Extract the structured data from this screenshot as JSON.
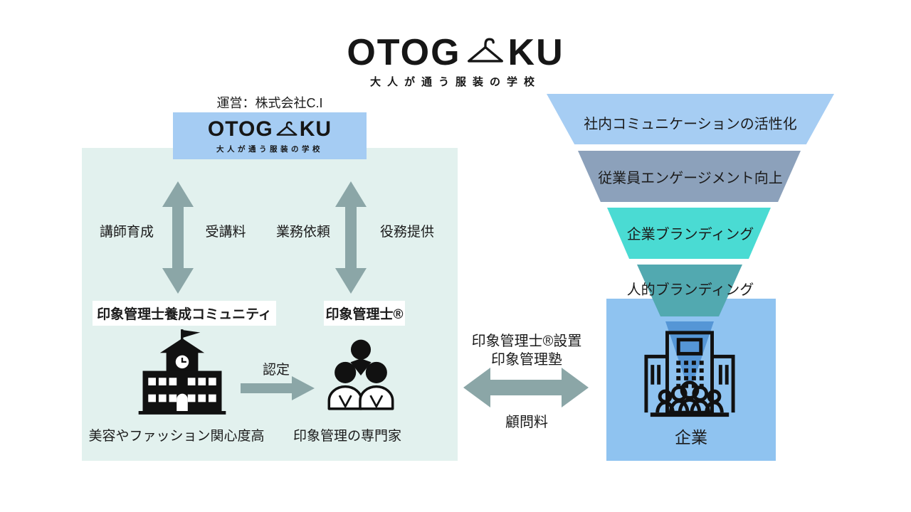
{
  "brand": {
    "logo_left": "OTOG",
    "logo_right": "KU",
    "tagline": "大人が通う服装の学校"
  },
  "school_panel": {
    "operator": "運営：株式会社C.I",
    "flows": [
      {
        "left": "講師育成",
        "right": "受講料"
      },
      {
        "left": "業務依頼",
        "right": "役務提供"
      }
    ],
    "community_box": "印象管理士養成コミュニティ",
    "specialist_box": "印象管理士®",
    "certification": "認定",
    "school_caption": "美容やファッション関心度高",
    "expert_caption": "印象管理の専門家"
  },
  "partnership": {
    "service_line1": "印象管理士®設置",
    "service_line2": "印象管理塾",
    "fee": "顧問料"
  },
  "funnel": {
    "layers": [
      {
        "label": "社内コミュニケーションの活性化",
        "color": "#a6cdf3"
      },
      {
        "label": "従業員エンゲージメント向上",
        "color": "#8ca1bb"
      },
      {
        "label": "企業ブランディング",
        "color": "#4adbd3"
      },
      {
        "label": "人的ブランディング",
        "color": "#52a9b0"
      }
    ],
    "tip_color": "#5596d6",
    "company_box_color": "#8fc3f0",
    "company": "企業"
  },
  "colors": {
    "mint_panel": "#e2f1ee",
    "logo_box": "#a5ccf3",
    "arrow": "#8ba6a7",
    "icon_black": "#111111",
    "text": "#1b1b1b"
  }
}
